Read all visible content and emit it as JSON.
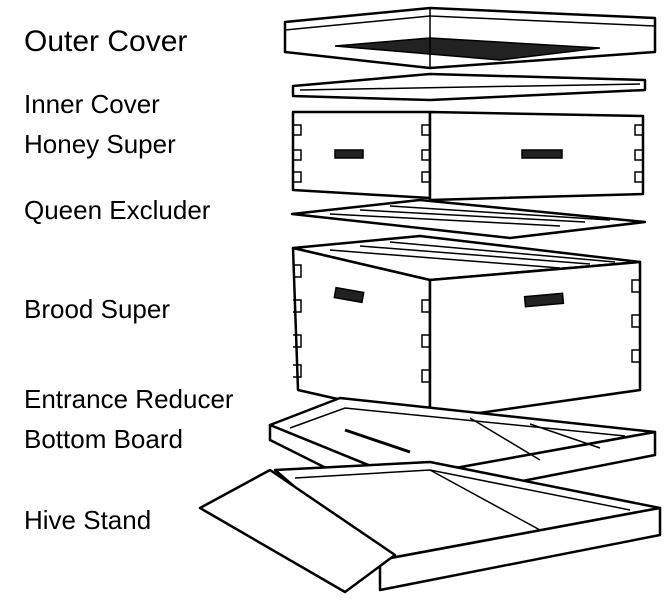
{
  "labels": {
    "outer_cover": "Outer Cover",
    "inner_cover": "Inner Cover",
    "honey_super": "Honey Super",
    "queen_excluder": "Queen Excluder",
    "brood_super": "Brood Super",
    "entrance_reducer": "Entrance Reducer",
    "bottom_board": "Bottom Board",
    "hive_stand": "Hive Stand"
  }
}
